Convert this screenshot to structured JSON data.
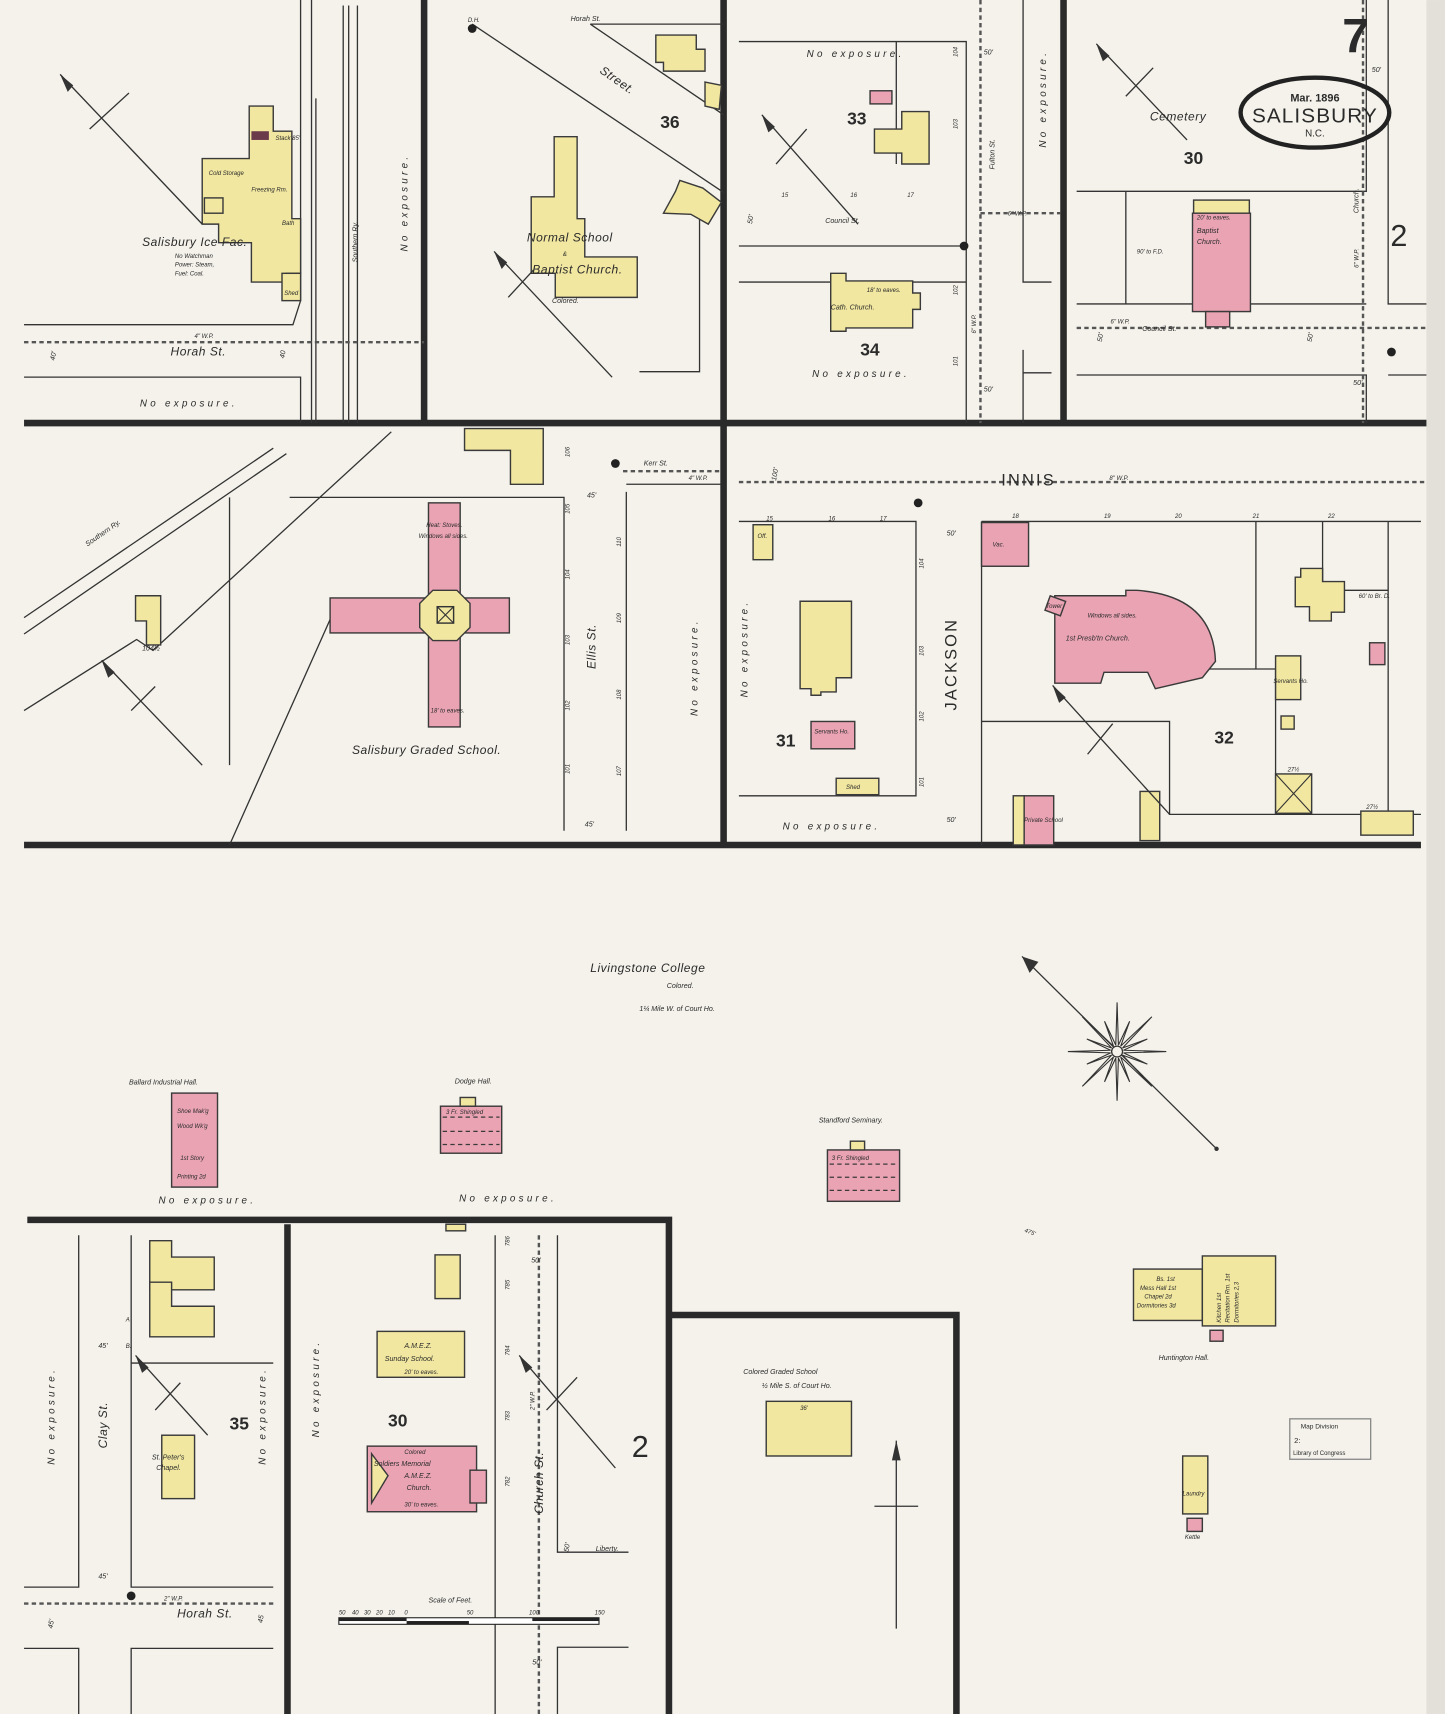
{
  "sheet": {
    "number": "7",
    "stamp_date": "Mar. 1896",
    "stamp_city": "SALISBURY",
    "stamp_state": "N.C."
  },
  "colors": {
    "paper": "#f4f2ea",
    "brick": "#e9a3b3",
    "frame": "#f1e7a0",
    "ink": "#2b2b2b"
  },
  "blocks": {
    "b36": "36",
    "b33": "33",
    "b34": "34",
    "b30_top": "30",
    "b31": "31",
    "b32": "32",
    "b35": "35",
    "b30_bottom": "30",
    "adj_top": "2",
    "adj_bottom": "2"
  },
  "streets": {
    "horah_top_left": "Horah St.",
    "horah_top_mid": "Horah St.",
    "street_diag": "Street.",
    "southern_ry_1": "Southern Ry.",
    "southern_ry_2": "Southern Ry.",
    "council_left": "Council St.",
    "council_right": "Council St.",
    "fulton": "Fulton St.",
    "church_top": "Church.",
    "kerr": "Kerr St.",
    "ellis": "Ellis St.",
    "innis": "INNIS",
    "jackson": "JACKSON",
    "clay": "Clay St.",
    "horah_bottom": "Horah St.",
    "church_bottom": "Church St.",
    "liberty": "Liberty."
  },
  "water_pipes": {
    "wp1": "4\" W.P.",
    "wp2": "6\" W.P.",
    "wp3": "6\" W.P.",
    "wp4": "6\" W.P.",
    "wp5": "6\" W.P.",
    "wp6": "8\" W.P.",
    "wp7": "4\" W.P.",
    "wp8": "2\" W.P.",
    "wp9": "2\" W.P."
  },
  "hydrants": {
    "dh": "D.H."
  },
  "widths": {
    "w40a": "40'",
    "w40b": "40",
    "w50a": "50'",
    "w50b": "50'",
    "w50c": "50'",
    "w50d": "50'",
    "w50e": "50'",
    "w50f": "50'",
    "w50g": "50'",
    "w45a": "45'",
    "w45b": "45'",
    "w100": "100'",
    "w50h": "50'",
    "w50i": "50'",
    "w45c": "45'",
    "w45d": "45'",
    "w45e": "45'",
    "w45f": "45",
    "w50j": "50'",
    "w50k": "50'",
    "w50l": "50'",
    "w475": "475'"
  },
  "no_exposure": "No exposure.",
  "buildings": {
    "ice_factory": {
      "name": "Salisbury Ice Fac.",
      "n1": "No Watchman",
      "n2": "Power: Steam,",
      "n3": "Fuel: Coal.",
      "cold": "Cold Storage",
      "freezing": "Freezing Rm.",
      "stack": "Stack 85'",
      "bath": "Bath",
      "shed": "Shed"
    },
    "normal_school": {
      "name": "Normal School",
      "amp": "&",
      "name2": "Baptist Church.",
      "note": "Colored."
    },
    "cath_church": {
      "name": "Cath. Church.",
      "eaves": "18' to eaves."
    },
    "cemetery": "Cemetery",
    "baptist_church": {
      "name": "Baptist",
      "name2": "Church.",
      "eaves": "20' to eaves.",
      "fd": "90' to F.D."
    },
    "graded_school": {
      "name": "Salisbury Graded School.",
      "heat": "Heat: Stoves.",
      "windows": "Windows all sides.",
      "eaves": "18' to eaves.",
      "addr": "104½"
    },
    "presb_church": {
      "name": "1st Presb'tn Church.",
      "windows": "Windows all sides.",
      "tower": "Tower"
    },
    "block31": {
      "office": "Off.",
      "servants": "Servants Ho.",
      "shed": "Shed"
    },
    "block32": {
      "vac": "Vac.",
      "servants": "Servants Ho.",
      "dist": "60' to Br. D.",
      "addr1": "27½",
      "addr2": "27½",
      "private_school": "Private School"
    },
    "livingstone": {
      "name": "Livingstone College",
      "note": "Colored.",
      "dist": "1¼ Mile W. of Court Ho."
    },
    "ballard": {
      "name": "Ballard Industrial Hall.",
      "l1": "Shoe Mak'g",
      "l2": "Wood Wk'g",
      "l3": "1st Story",
      "l4": "Printing 2d"
    },
    "dodge": {
      "name": "Dodge Hall.",
      "roof": "3 Fr. Shingled"
    },
    "standford": {
      "name": "Standford Seminary.",
      "roof": "3 Fr. Shingled"
    },
    "huntington": {
      "name": "Huntington Hall.",
      "l1": "Bs. 1st",
      "l2": "Mess Hall 1st",
      "l3": "Chapel 2d",
      "l4": "Dormitories 3d",
      "k1": "Kitchen 1st",
      "k2": "Recitation Rm. 1st",
      "k3": "Dormitories 2,3"
    },
    "laundry": {
      "name": "Laundry",
      "kettle": "Kettle"
    },
    "st_peters": {
      "name": "St. Peter's",
      "name2": "Chapel."
    },
    "amez_sunday": {
      "name": "A.M.E.Z.",
      "name2": "Sunday School.",
      "eaves": "20' to eaves."
    },
    "amez_church": {
      "l1": "Colored",
      "l2": "Soldiers Memorial",
      "l3": "A.M.E.Z.",
      "l4": "Church.",
      "eaves": "30' to eaves."
    },
    "colored_graded": {
      "name": "Colored Graded School",
      "dist": "½ Mile S. of Court Ho.",
      "width": "36'"
    }
  },
  "lots": {
    "l15": "15",
    "l16": "16",
    "l17": "17",
    "m15": "15",
    "m16": "16",
    "m17": "17",
    "r18": "18",
    "r19": "19",
    "r20": "20",
    "r21": "21",
    "r22": "22",
    "a": "A",
    "b": "B."
  },
  "house_numbers": {
    "ellis_w": [
      "106",
      "105",
      "104",
      "103",
      "102",
      "101"
    ],
    "ellis_e": [
      "110",
      "109",
      "108",
      "107"
    ],
    "fulton": [
      "104",
      "103",
      "102",
      "101"
    ],
    "jackson": [
      "104",
      "103",
      "102",
      "101"
    ],
    "church": [
      "786",
      "785",
      "784",
      "783",
      "782"
    ]
  },
  "scale": {
    "title": "Scale of Feet.",
    "ticks": [
      "50",
      "40",
      "30",
      "20",
      "10",
      "0",
      "50",
      "100",
      "150"
    ]
  },
  "library_stamp": {
    "l1": "Map Division",
    "l2": "2:",
    "l3": "Library of Congress"
  }
}
